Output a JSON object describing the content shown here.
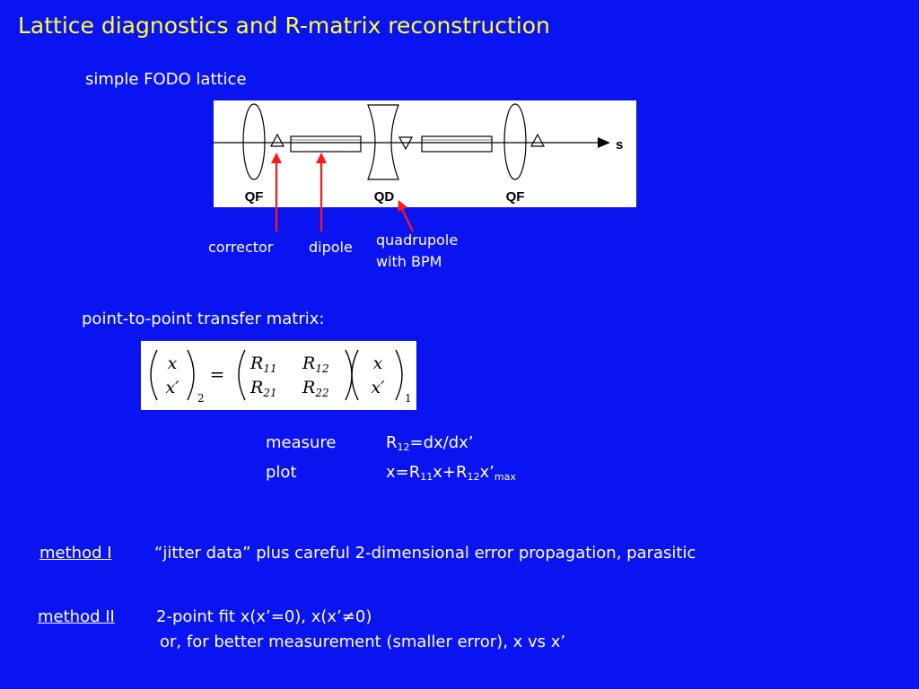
{
  "title": "Lattice diagnostics and R-matrix reconstruction",
  "fodo": {
    "label": "simple FODO lattice",
    "axis": "s",
    "elements": [
      "QF",
      "QD",
      "QF"
    ],
    "annotations": {
      "corrector": "corrector",
      "dipole": "dipole",
      "quad_line1": "quadrupole",
      "quad_line2": "with BPM"
    }
  },
  "matrix": {
    "label": "point-to-point transfer matrix:",
    "x": "x",
    "xp": "x′",
    "eq": "=",
    "r11": "R",
    "r11_sub": "11",
    "r12": "R",
    "r12_sub": "12",
    "r21": "R",
    "r21_sub": "21",
    "r22": "R",
    "r22_sub": "22",
    "sub_out": "2",
    "sub_in": "1"
  },
  "measure": {
    "label": "measure",
    "r": "R",
    "sub": "12",
    "rest": "=dx/dx’"
  },
  "plot": {
    "label": "plot",
    "a": "x=R",
    "sub1": "11",
    "b": "x+R",
    "sub2": "12",
    "c": "x’",
    "sub3": "max"
  },
  "method1": {
    "name": "method I",
    "text": "“jitter data” plus careful 2-dimensional error propagation, parasitic"
  },
  "method2": {
    "name": "method II",
    "line1": "2-point fit x(x’=0), x(x’≠0)",
    "line2": "or, for better measurement (smaller error),  x vs x’"
  }
}
